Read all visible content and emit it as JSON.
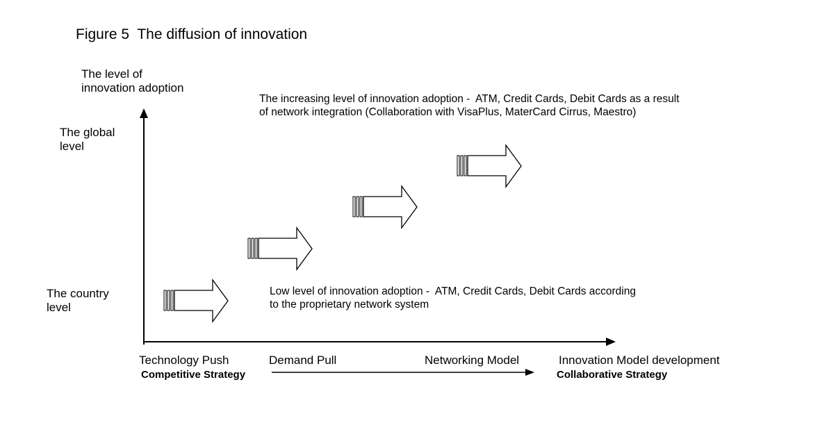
{
  "figure": {
    "title": "Figure 5  The diffusion of innovation"
  },
  "y_axis": {
    "label": "The level of\ninnovation adoption",
    "high_level": "The global\nlevel",
    "low_level": "The country\nlevel"
  },
  "annotations": {
    "high": "The increasing level of innovation adoption -  ATM, Credit Cards, Debit Cards as a result\nof network integration (Collaboration with VisaPlus, MaterCard Cirrus, Maestro)",
    "low": "Low level of innovation adoption -  ATM, Credit Cards, Debit Cards according\nto the proprietary network system"
  },
  "x_axis": {
    "stages": [
      "Technology Push",
      "Demand Pull",
      "Networking Model",
      "Innovation Model development"
    ],
    "strategy_start": "Competitive Strategy",
    "strategy_end": "Collaborative Strategy"
  },
  "steps": {
    "count": 4,
    "style": "striped-block-arrow",
    "stroke_color": "#000000"
  }
}
